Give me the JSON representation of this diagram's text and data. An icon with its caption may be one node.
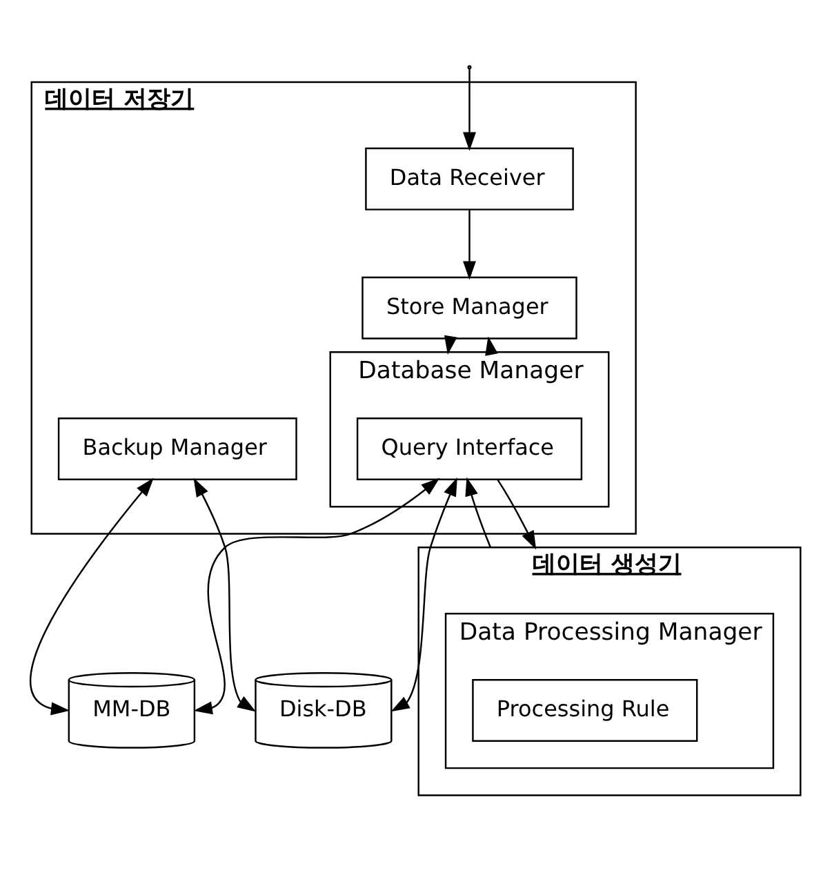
{
  "diagram": {
    "nodes": [
      {
        "text": [
          "데이터 저장기"
        ]
      },
      {
        "text": [
          "Data Receiver"
        ],
        "in": 0
      },
      {
        "text": [
          "Store Manager"
        ],
        "in": 0
      },
      {
        "text": [
          "Database Manager"
        ],
        "in": 0
      },
      {
        "text": [
          "Query Interface"
        ],
        "in": 3
      },
      {
        "text": [
          "Backup Manager"
        ],
        "in": 0
      },
      {
        "text": [
          "MM-DB"
        ]
      },
      {
        "text": [
          "Disk-DB"
        ]
      },
      {
        "text": [
          "데이터 생성기"
        ]
      },
      {
        "text": [
          "Data Processing Manager"
        ],
        "in": 8
      },
      {
        "text": [
          "Processing Rule"
        ],
        "in": 9
      }
    ],
    "edges": [
      {
        "from": null,
        "to": 1,
        "arrow": "to"
      },
      {
        "from": 1,
        "to": 2,
        "arrow": "to"
      },
      {
        "from": 2,
        "to": 3,
        "arrow": "to"
      },
      {
        "from": 3,
        "to": 2,
        "arrow": "to"
      },
      {
        "from": 5,
        "to": 6,
        "arrow": "both"
      },
      {
        "from": 5,
        "to": 7,
        "arrow": "both"
      },
      {
        "from": 4,
        "to": 6,
        "arrow": "both"
      },
      {
        "from": 4,
        "to": 7,
        "arrow": "both"
      },
      {
        "from": 8,
        "to": 4,
        "arrow": "to"
      },
      {
        "from": 4,
        "to": 8,
        "arrow": "to"
      }
    ]
  }
}
